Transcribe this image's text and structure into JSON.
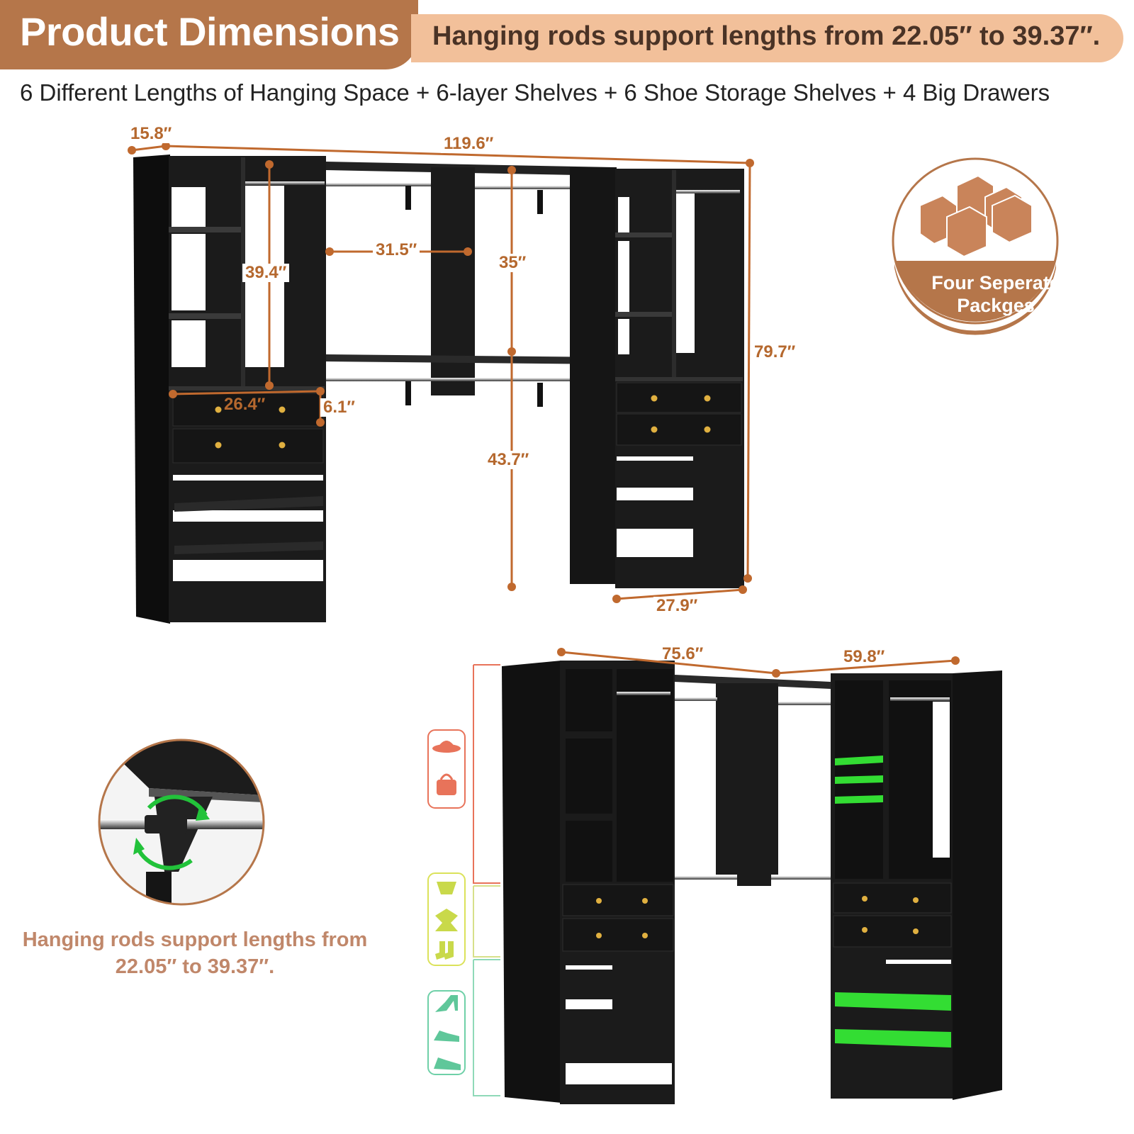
{
  "header": {
    "title": "Product Dimensions",
    "banner": "Hanging rods support lengths from 22.05″ to 39.37″.",
    "subtitle": "6 Different Lengths of Hanging Space + 6-layer Shelves + 6 Shoe Storage Shelves + 4 Big Drawers"
  },
  "dimensions": {
    "depth": "15.8″",
    "total_width": "119.6″",
    "rod_span": "31.5″",
    "upper_hang_left": "39.4″",
    "upper_hang_center": "35″",
    "height": "79.7″",
    "drawer_width": "26.4″",
    "drawer_height": "6.1″",
    "lower_hang": "43.7″",
    "tower_width": "27.9″",
    "corner_left": "75.6″",
    "corner_right": "59.8″"
  },
  "badge": {
    "label": "Four Seperate Packges",
    "icon": "boxes-icon"
  },
  "rod_detail": {
    "caption": "Hanging rods support lengths from 22.05″ to 39.37″."
  },
  "usage_icons": [
    {
      "zone": "upper",
      "icons": [
        "hat-icon",
        "handbag-icon"
      ],
      "color": "#e8735a"
    },
    {
      "zone": "middle",
      "icons": [
        "underwear-icon",
        "shirt-icon",
        "socks-icon"
      ],
      "color": "#c9d94a"
    },
    {
      "zone": "lower",
      "icons": [
        "high-heel-icon",
        "shoe-icon",
        "sneaker-icon"
      ],
      "color": "#5fc79a"
    }
  ],
  "colors": {
    "accent": "#b5764a",
    "banner": "#f2c09a",
    "dimension": "#c0692e",
    "cabinet": "#1e1e1e",
    "highlight": "#33dd33"
  }
}
